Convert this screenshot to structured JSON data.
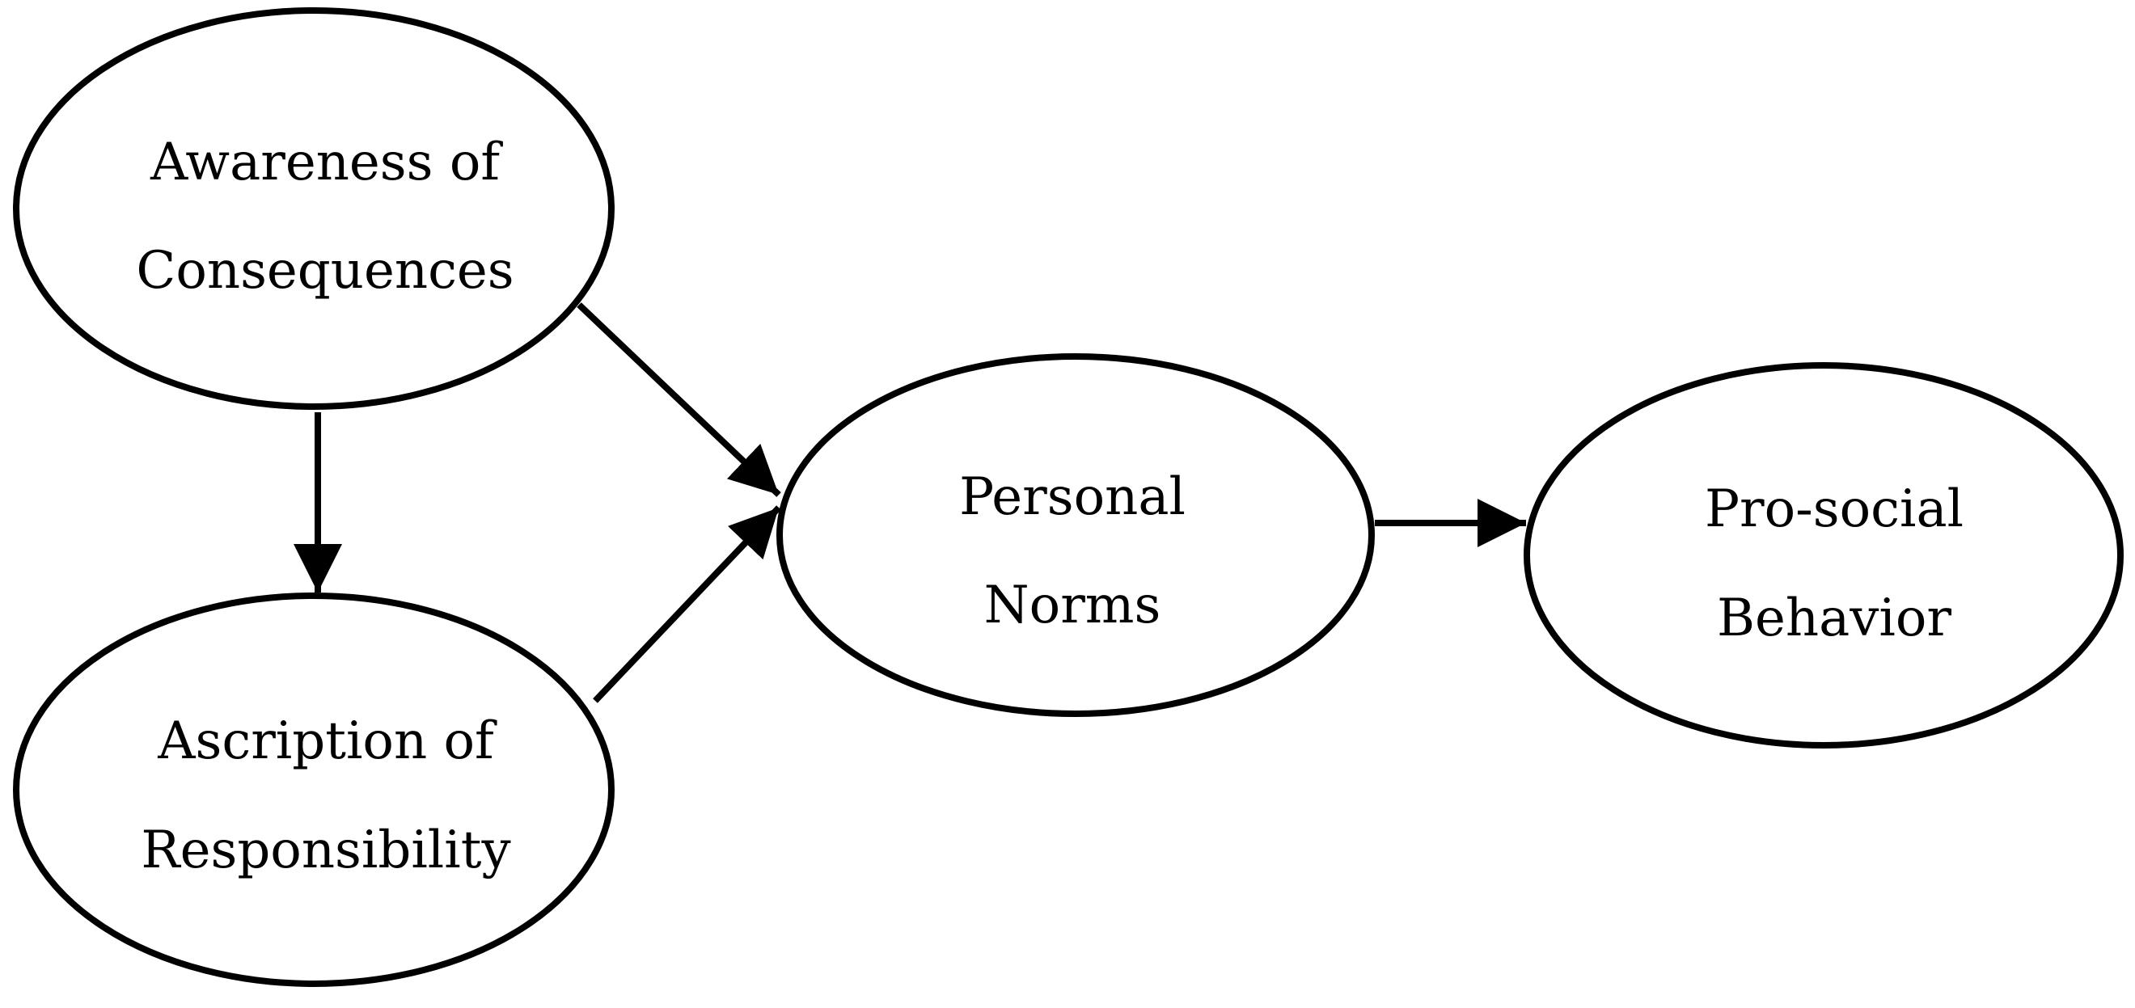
{
  "diagram": {
    "nodes": [
      {
        "id": "awareness",
        "lines": [
          "Awareness of",
          "Consequences"
        ]
      },
      {
        "id": "ascription",
        "lines": [
          "Ascription of",
          "Responsibility"
        ]
      },
      {
        "id": "personal-norms",
        "lines": [
          "Personal",
          "Norms"
        ]
      },
      {
        "id": "prosocial",
        "lines": [
          "Pro-social",
          "Behavior"
        ]
      }
    ],
    "edges": [
      {
        "from": "awareness",
        "to": "ascription"
      },
      {
        "from": "awareness",
        "to": "personal-norms"
      },
      {
        "from": "ascription",
        "to": "personal-norms"
      },
      {
        "from": "personal-norms",
        "to": "prosocial"
      }
    ],
    "colors": {
      "stroke": "#000000",
      "fill": "#ffffff"
    }
  }
}
